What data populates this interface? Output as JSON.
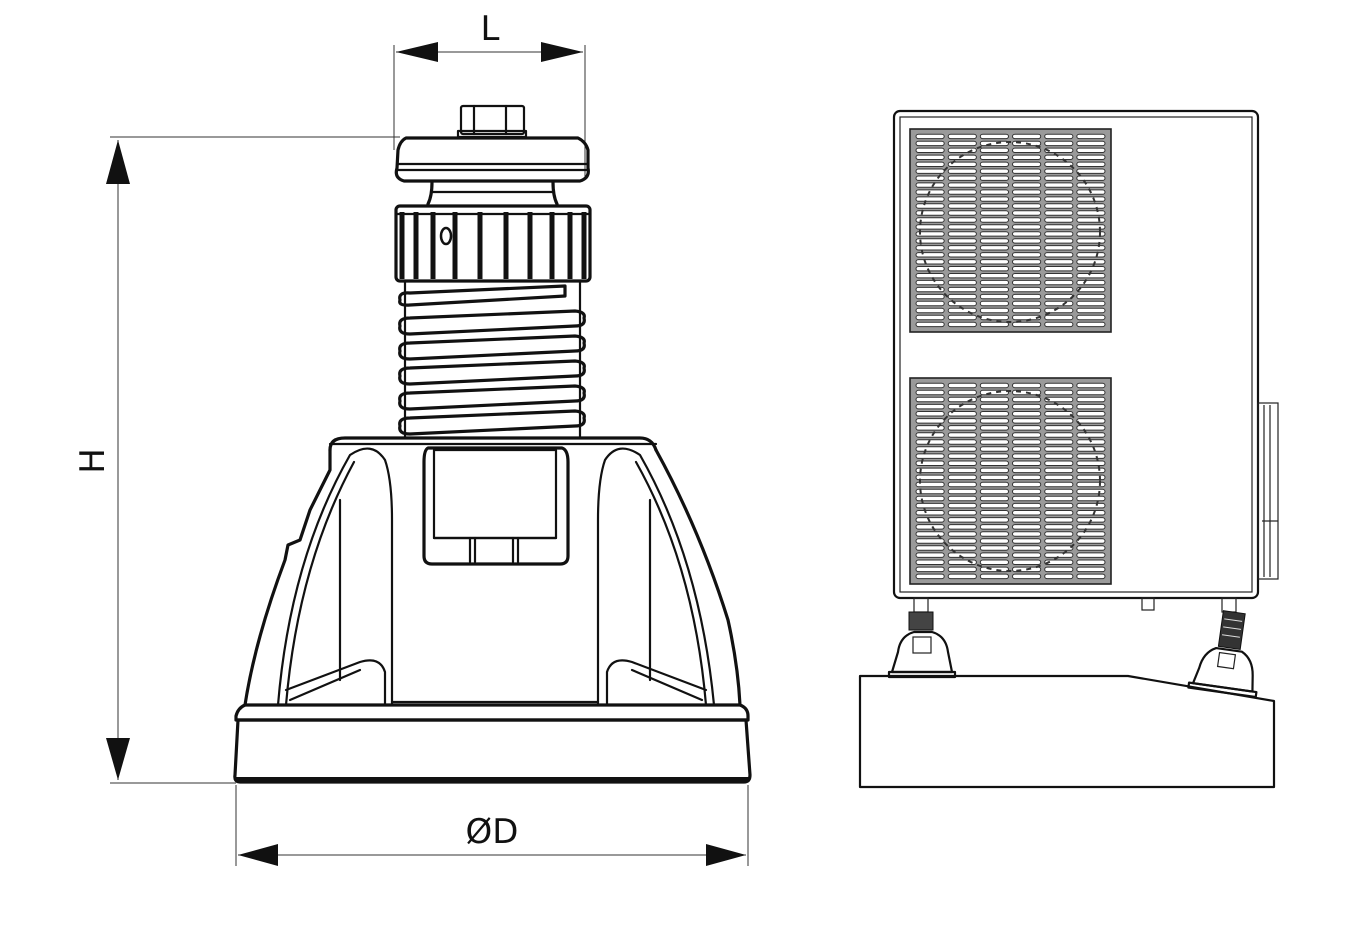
{
  "diagram": {
    "title": "Adjustable anti-vibration support foot — dimensions and installation example",
    "views": [
      {
        "id": "support-foot-elevation",
        "description": "Side elevation of an adjustable support foot: hex bolt, cap disc, knurled adjusting ring, threaded spindle, ribbed conical body, round base plate"
      },
      {
        "id": "installation-example",
        "description": "Outdoor condensing unit with two fan grilles standing on two support feet over a concrete block with a sloped right edge; the right foot is extended to compensate for the slope"
      }
    ],
    "dimensions": {
      "width_top": {
        "label": "L"
      },
      "height": {
        "label": "H"
      },
      "base_diameter": {
        "label": "ØD"
      }
    },
    "colors": {
      "line": "#111111",
      "background": "#ffffff",
      "grille_fill": "#9a9a9a"
    }
  }
}
